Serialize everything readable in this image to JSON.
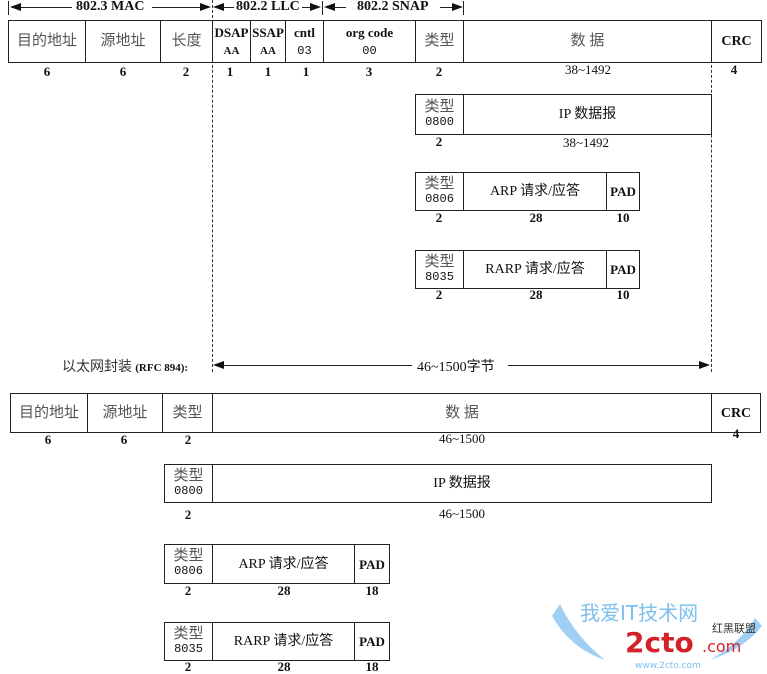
{
  "header": {
    "mac": "802.3 MAC",
    "llc": "802.2 LLC",
    "snap": "802.2 SNAP"
  },
  "frame_8023": {
    "fields": [
      {
        "label": "目的地址",
        "size": "6"
      },
      {
        "label": "源地址",
        "size": "6"
      },
      {
        "label": "长度",
        "size": "2"
      },
      {
        "label": "DSAP",
        "value": "AA",
        "size": "1"
      },
      {
        "label": "SSAP",
        "value": "AA",
        "size": "1"
      },
      {
        "label": "cntl",
        "value": "03",
        "size": "1"
      },
      {
        "label": "org code",
        "value": "00",
        "size": "3"
      },
      {
        "label": "类型",
        "size": "2"
      },
      {
        "label": "数 据",
        "size": "38~1492"
      },
      {
        "label": "CRC",
        "size": "4"
      }
    ],
    "ip": {
      "type_label": "类型",
      "type_value": "0800",
      "type_size": "2",
      "data": "IP 数据报",
      "data_size": "38~1492"
    },
    "arp": {
      "type_label": "类型",
      "type_value": "0806",
      "type_size": "2",
      "data": "ARP 请求/应答",
      "data_size": "28",
      "pad": "PAD",
      "pad_size": "10"
    },
    "rarp": {
      "type_label": "类型",
      "type_value": "8035",
      "type_size": "2",
      "data": "RARP 请求/应答",
      "data_size": "28",
      "pad": "PAD",
      "pad_size": "10"
    }
  },
  "rfc894": {
    "title": "以太网封装",
    "title_ref": "(RFC 894):",
    "span_label": "46~1500字节",
    "fields": [
      {
        "label": "目的地址",
        "size": "6"
      },
      {
        "label": "源地址",
        "size": "6"
      },
      {
        "label": "类型",
        "size": "2"
      },
      {
        "label": "数 据",
        "size": "46~1500"
      },
      {
        "label": "CRC",
        "size": "4"
      }
    ],
    "ip": {
      "type_label": "类型",
      "type_value": "0800",
      "type_size": "2",
      "data": "IP 数据报",
      "data_size": "46~1500"
    },
    "arp": {
      "type_label": "类型",
      "type_value": "0806",
      "type_size": "2",
      "data": "ARP 请求/应答",
      "data_size": "28",
      "pad": "PAD",
      "pad_size": "18"
    },
    "rarp": {
      "type_label": "类型",
      "type_value": "8035",
      "type_size": "2",
      "data": "RARP 请求/应答",
      "data_size": "28",
      "pad": "PAD",
      "pad_size": "18"
    }
  },
  "watermark": {
    "cn": "我爱IT技术网",
    "brand": "2cto.com",
    "alliance": "红黑联盟",
    "url": "www.2cto.com"
  }
}
